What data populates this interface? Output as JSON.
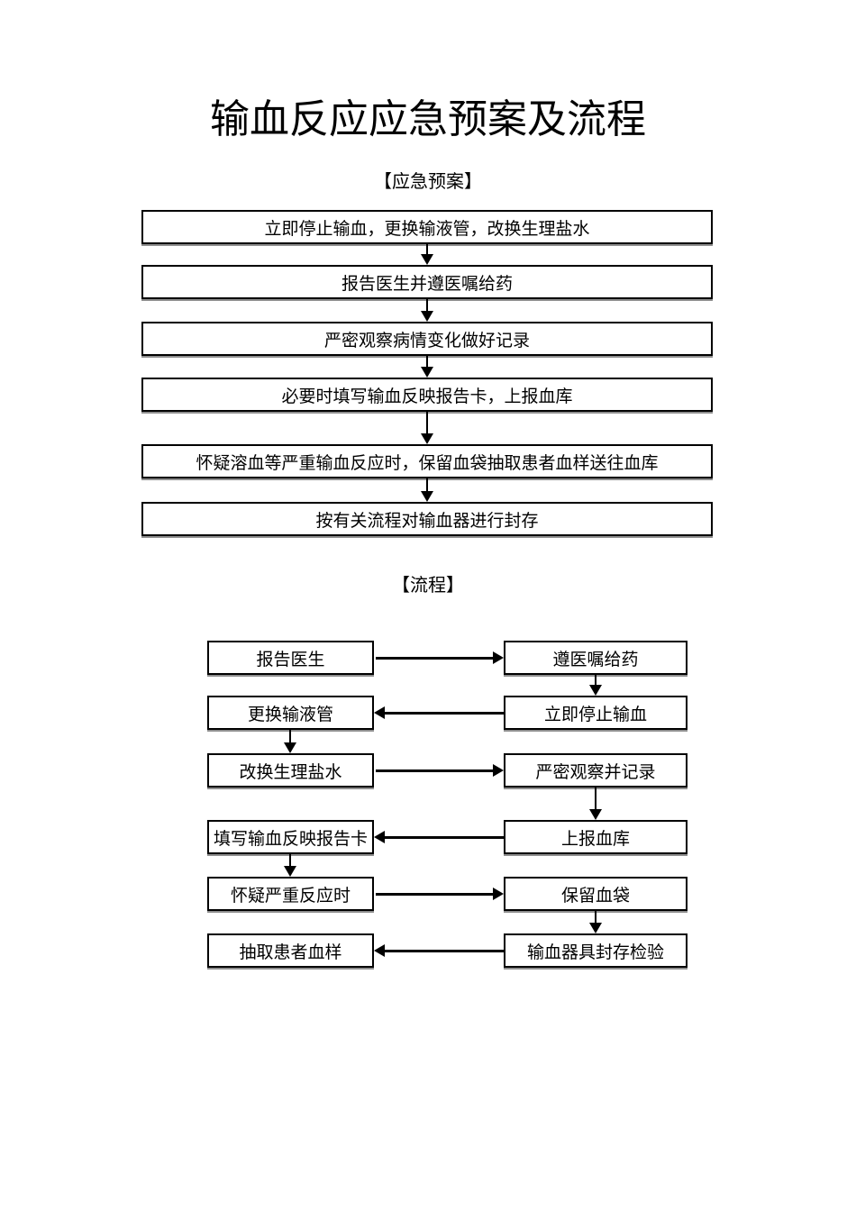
{
  "document": {
    "title": "输血反应应急预案及流程"
  },
  "colors": {
    "ink": "#000000",
    "page_background": "#ffffff",
    "box_shadow": "#8f8f8f"
  },
  "plan_section": {
    "header": "【应急预案】",
    "steps": [
      "立即停止输血，更换输液管，改换生理盐水",
      "报告医生并遵医嘱给药",
      "严密观察病情变化做好记录",
      "必要时填写输血反映报告卡，上报血库",
      "怀疑溶血等严重输血反应时，保留血袋抽取患者血样送往血库",
      "按有关流程对输血器进行封存"
    ]
  },
  "flow_section": {
    "header": "【流程】",
    "rows": [
      {
        "left": "报告医生",
        "right": "遵医嘱给药",
        "connector": "left-to-right"
      },
      {
        "left": "更换输液管",
        "right": "立即停止输血",
        "connector": "right-to-left"
      },
      {
        "left": "改换生理盐水",
        "right": "严密观察并记录",
        "connector": "left-to-right"
      },
      {
        "left": "填写输血反映报告卡",
        "right": "上报血库",
        "connector": "right-to-left"
      },
      {
        "left": "怀疑严重反应时",
        "right": "保留血袋",
        "connector": "left-to-right"
      },
      {
        "left": "抽取患者血样",
        "right": "输血器具封存检验",
        "connector": "right-to-left"
      }
    ]
  }
}
